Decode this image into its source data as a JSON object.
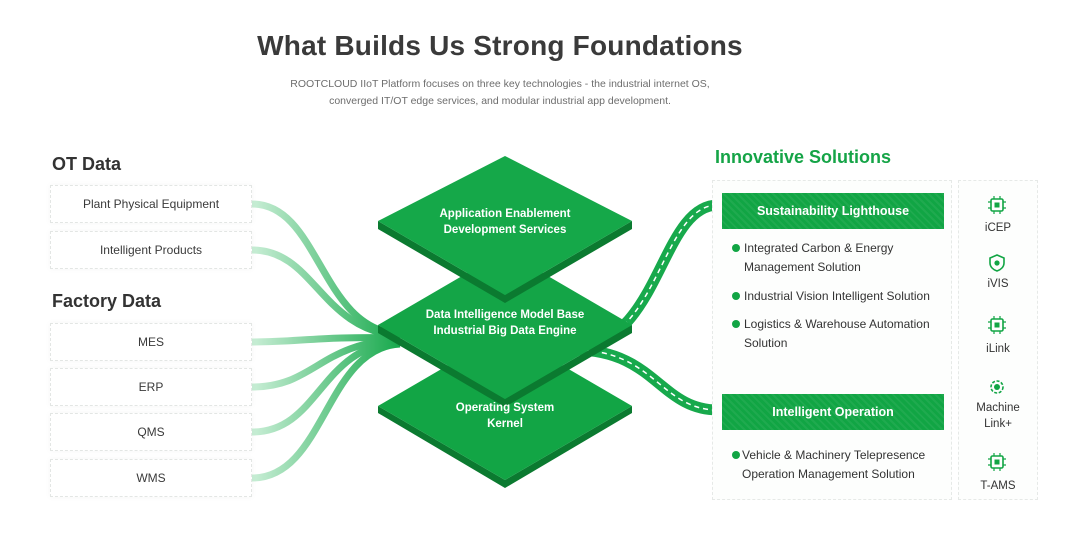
{
  "header": {
    "title": "What Builds Us Strong Foundations",
    "subtitle_line1": "ROOTCLOUD IIoT Platform focuses on three key technologies - the industrial internet OS,",
    "subtitle_line2": "converged IT/OT edge services, and modular industrial app development."
  },
  "ot_data": {
    "heading": "OT Data",
    "items": [
      "Plant Physical Equipment",
      "Intelligent Products"
    ]
  },
  "factory_data": {
    "heading": "Factory Data",
    "items": [
      "MES",
      "ERP",
      "QMS",
      "WMS"
    ]
  },
  "platform_layers": {
    "top_line1": "Application Enablement",
    "top_line2": "Development Services",
    "middle_line1": "Data Intelligence Model Base",
    "middle_line2": "Industrial Big Data Engine",
    "bottom_line1": "Operating System",
    "bottom_line2": "Kernel"
  },
  "solutions": {
    "heading": "Innovative Solutions",
    "groups": [
      {
        "title": "Sustainability Lighthouse",
        "items": [
          {
            "line1": "Integrated Carbon & Energy",
            "line2": "Management Solution"
          },
          {
            "line1": "Industrial Vision Intelligent Solution",
            "line2": ""
          },
          {
            "line1": "Logistics & Warehouse Automation",
            "line2": "Solution"
          }
        ]
      },
      {
        "title": "Intelligent Operation",
        "items": [
          {
            "line1": "Vehicle & Machinery Telepresence",
            "line2": "Operation Management Solution"
          }
        ]
      }
    ]
  },
  "products": [
    {
      "line1": "iCEP",
      "line2": "",
      "icon": "chip-icon"
    },
    {
      "line1": "iVIS",
      "line2": "",
      "icon": "shield-icon"
    },
    {
      "line1": "iLink",
      "line2": "",
      "icon": "chip-icon"
    },
    {
      "line1": "Machine",
      "line2": "Link+",
      "icon": "gear-icon"
    },
    {
      "line1": "T-AMS",
      "line2": "",
      "icon": "chip-icon"
    }
  ],
  "colors": {
    "brand_green": "#11a544",
    "dark_green": "#0c7a31",
    "light_green": "#7fd3a0"
  }
}
